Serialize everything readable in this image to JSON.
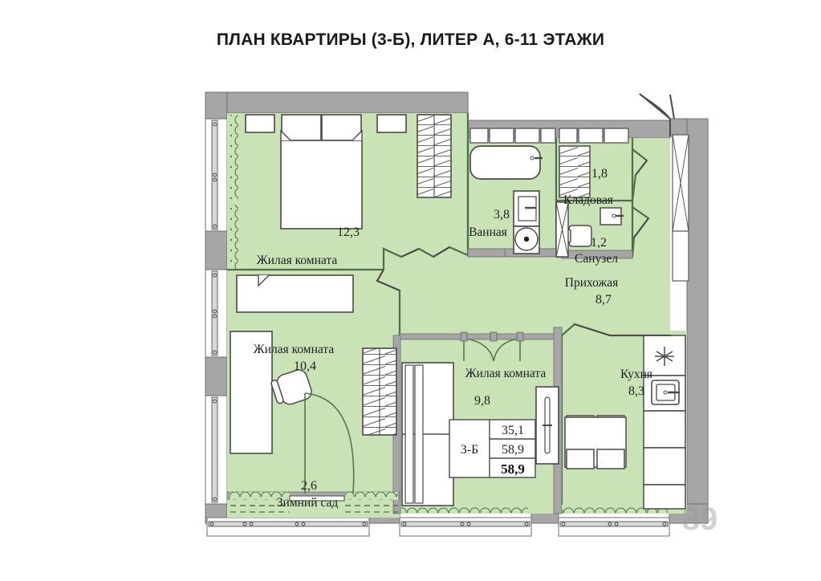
{
  "page": {
    "title": "ПЛАН КВАРТИРЫ (3-Б), ЛИТЕР А, 6-11 ЭТАЖИ",
    "watermark": "89"
  },
  "colors": {
    "room_fill": "#c9e2b6",
    "wall_gray": "#a6a6a6",
    "wall_outline": "#5f5f5f",
    "furniture_stroke": "#4a4a4a",
    "room_outline": "#3f6b3f",
    "text": "#1f1f1f",
    "background": "#ffffff"
  },
  "rooms": [
    {
      "id": "bedroom-1",
      "name": "Жилая комната",
      "area": "12,3"
    },
    {
      "id": "bathroom",
      "name": "Ванная",
      "area": "3,8"
    },
    {
      "id": "storage",
      "name": "Кладовая",
      "area": "1,8"
    },
    {
      "id": "wc",
      "name": "Санузел",
      "area": "1,2"
    },
    {
      "id": "hallway",
      "name": "Прихожая",
      "area": "8,7"
    },
    {
      "id": "bedroom-2",
      "name": "Жилая комната",
      "area": "10,4"
    },
    {
      "id": "living-room",
      "name": "Жилая комната",
      "area": "9,8"
    },
    {
      "id": "kitchen",
      "name": "Кухня",
      "area": "8,3"
    },
    {
      "id": "winter-garden",
      "name": "Зимний сад",
      "area": "2,6"
    }
  ],
  "area_table": {
    "apartment_code": "3-Б",
    "rows": [
      {
        "label": "living_area",
        "value": "35,1"
      },
      {
        "label": "total_area",
        "value": "58,9"
      },
      {
        "label": "payable_area",
        "value": "58,9"
      }
    ]
  },
  "fixtures": [
    {
      "name": "double-bed",
      "room": "bedroom-1"
    },
    {
      "name": "nightstand-left",
      "room": "bedroom-1"
    },
    {
      "name": "nightstand-right",
      "room": "bedroom-1"
    },
    {
      "name": "wardrobe",
      "room": "bedroom-1"
    },
    {
      "name": "bathtub",
      "room": "bathroom"
    },
    {
      "name": "washing-machine",
      "room": "bathroom"
    },
    {
      "name": "washbasin",
      "room": "bathroom"
    },
    {
      "name": "shelving",
      "room": "storage"
    },
    {
      "name": "toilet",
      "room": "wc"
    },
    {
      "name": "sink",
      "room": "wc"
    },
    {
      "name": "single-bed",
      "room": "bedroom-2"
    },
    {
      "name": "desk",
      "room": "bedroom-2"
    },
    {
      "name": "office-chair",
      "room": "bedroom-2"
    },
    {
      "name": "wardrobe",
      "room": "bedroom-2"
    },
    {
      "name": "sofa",
      "room": "living-room"
    },
    {
      "name": "cabinet",
      "room": "living-room"
    },
    {
      "name": "dining-table",
      "room": "kitchen"
    },
    {
      "name": "dining-chair",
      "room": "kitchen"
    },
    {
      "name": "kitchen-sink",
      "room": "kitchen"
    },
    {
      "name": "cooktop",
      "room": "kitchen"
    },
    {
      "name": "kitchen-counter",
      "room": "kitchen"
    },
    {
      "name": "entry-door",
      "room": "hallway"
    },
    {
      "name": "coat-closet",
      "room": "hallway"
    }
  ]
}
